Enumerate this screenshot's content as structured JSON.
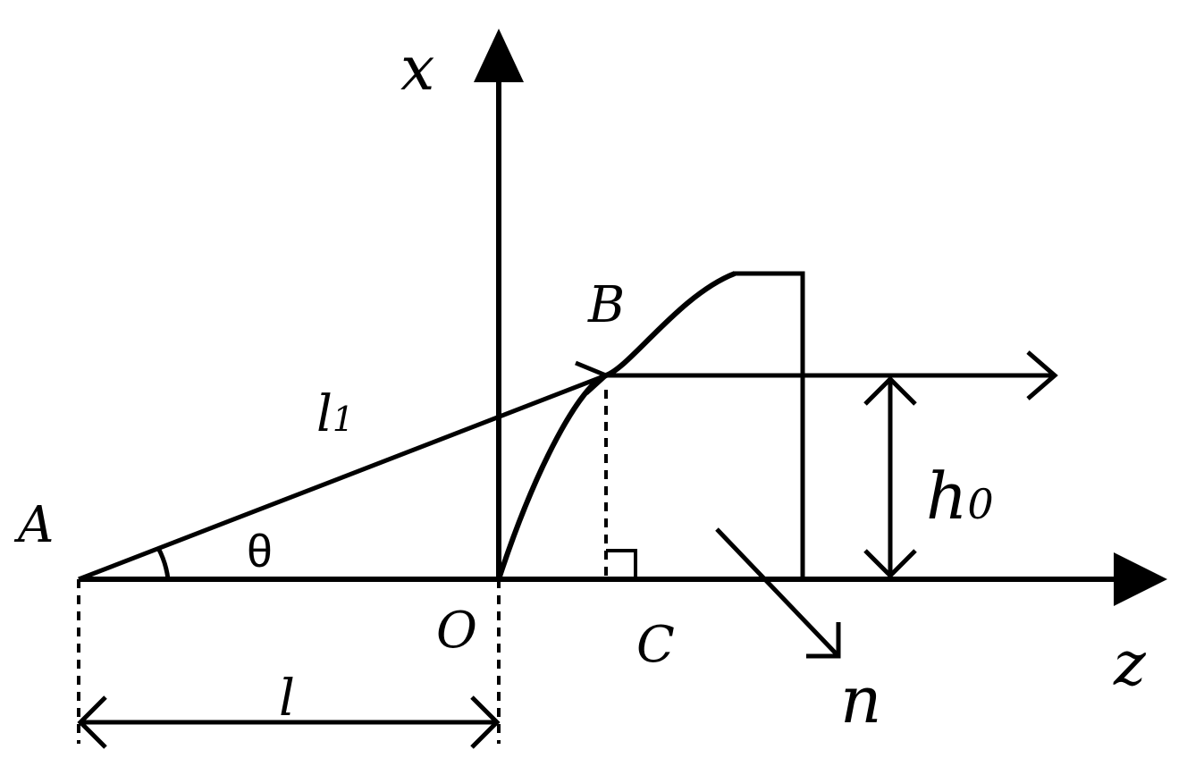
{
  "diagram": {
    "colors": {
      "ink": "#000000",
      "background": "#ffffff"
    },
    "labels": {
      "x_axis": "x",
      "z_axis": "z",
      "point_a": "A",
      "point_b": "B",
      "point_o": "O",
      "point_c": "C",
      "normal": "n",
      "angle": "θ",
      "length_l": "l",
      "length_l1_base": "l",
      "length_l1_sub": "1",
      "height_h0_base": "h",
      "height_h0_sub": "0"
    }
  }
}
